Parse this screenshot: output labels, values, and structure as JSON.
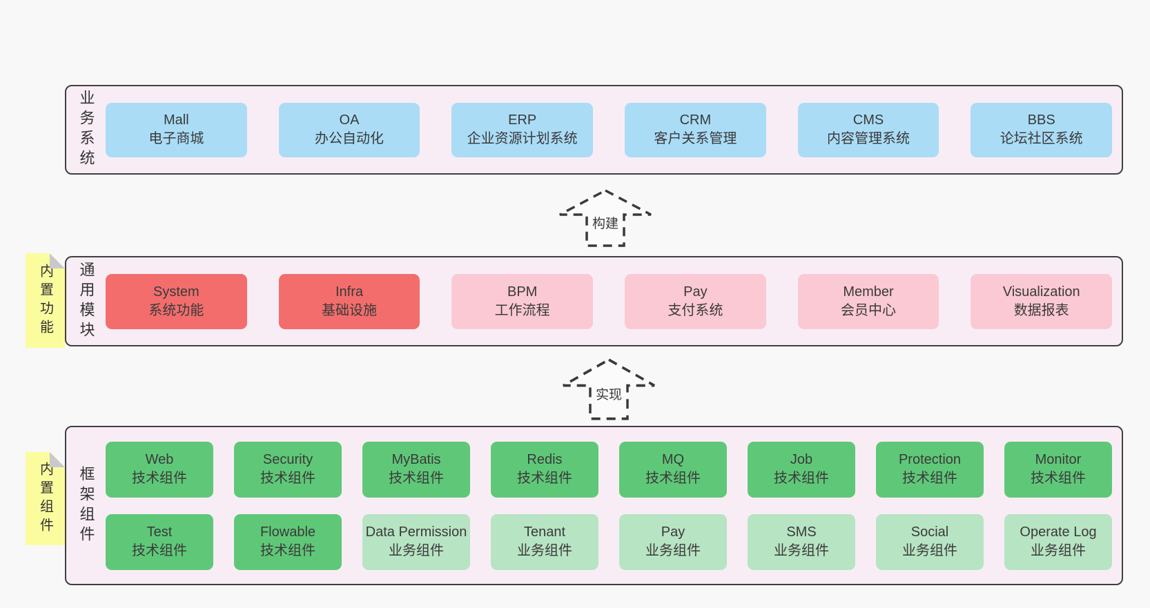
{
  "colors": {
    "page_bg": "#f8f8f8",
    "panel_bg": "#f8edf5",
    "panel_border": "#3f3f3f",
    "blue": "#aadcf6",
    "red": "#f36d6d",
    "pink": "#fbc9d3",
    "green": "#5fc878",
    "green_light": "#b7e4c3",
    "sticky_yellow": "#fbfc9e",
    "sticky_fold_gray": "#c9c9cb",
    "text": "#3a3a3a"
  },
  "arrows": {
    "build": "构建",
    "implement": "实现"
  },
  "panels": {
    "business": {
      "label": "业务系统",
      "items": [
        {
          "title": "Mall",
          "subtitle": "电子商城"
        },
        {
          "title": "OA",
          "subtitle": "办公自动化"
        },
        {
          "title": "ERP",
          "subtitle": "企业资源计划系统"
        },
        {
          "title": "CRM",
          "subtitle": "客户关系管理"
        },
        {
          "title": "CMS",
          "subtitle": "内容管理系统"
        },
        {
          "title": "BBS",
          "subtitle": "论坛社区系统"
        }
      ]
    },
    "modules": {
      "sticky": "内置功能",
      "label": "通用模块",
      "items": [
        {
          "title": "System",
          "subtitle": "系统功能",
          "variant": "red"
        },
        {
          "title": "Infra",
          "subtitle": "基础设施",
          "variant": "red"
        },
        {
          "title": "BPM",
          "subtitle": "工作流程",
          "variant": "pink"
        },
        {
          "title": "Pay",
          "subtitle": "支付系统",
          "variant": "pink"
        },
        {
          "title": "Member",
          "subtitle": "会员中心",
          "variant": "pink"
        },
        {
          "title": "Visualization",
          "subtitle": "数据报表",
          "variant": "pink"
        }
      ]
    },
    "components": {
      "sticky": "内置组件",
      "label": "框架组件",
      "row1": [
        {
          "title": "Web",
          "subtitle": "技术组件",
          "variant": "green"
        },
        {
          "title": "Security",
          "subtitle": "技术组件",
          "variant": "green"
        },
        {
          "title": "MyBatis",
          "subtitle": "技术组件",
          "variant": "green"
        },
        {
          "title": "Redis",
          "subtitle": "技术组件",
          "variant": "green"
        },
        {
          "title": "MQ",
          "subtitle": "技术组件",
          "variant": "green"
        },
        {
          "title": "Job",
          "subtitle": "技术组件",
          "variant": "green"
        },
        {
          "title": "Protection",
          "subtitle": "技术组件",
          "variant": "green"
        },
        {
          "title": "Monitor",
          "subtitle": "技术组件",
          "variant": "green"
        }
      ],
      "row2": [
        {
          "title": "Test",
          "subtitle": "技术组件",
          "variant": "green"
        },
        {
          "title": "Flowable",
          "subtitle": "技术组件",
          "variant": "green"
        },
        {
          "title": "Data Permission",
          "subtitle": "业务组件",
          "variant": "green-light"
        },
        {
          "title": "Tenant",
          "subtitle": "业务组件",
          "variant": "green-light"
        },
        {
          "title": "Pay",
          "subtitle": "业务组件",
          "variant": "green-light"
        },
        {
          "title": "SMS",
          "subtitle": "业务组件",
          "variant": "green-light"
        },
        {
          "title": "Social",
          "subtitle": "业务组件",
          "variant": "green-light"
        },
        {
          "title": "Operate Log",
          "subtitle": "业务组件",
          "variant": "green-light"
        }
      ]
    }
  }
}
